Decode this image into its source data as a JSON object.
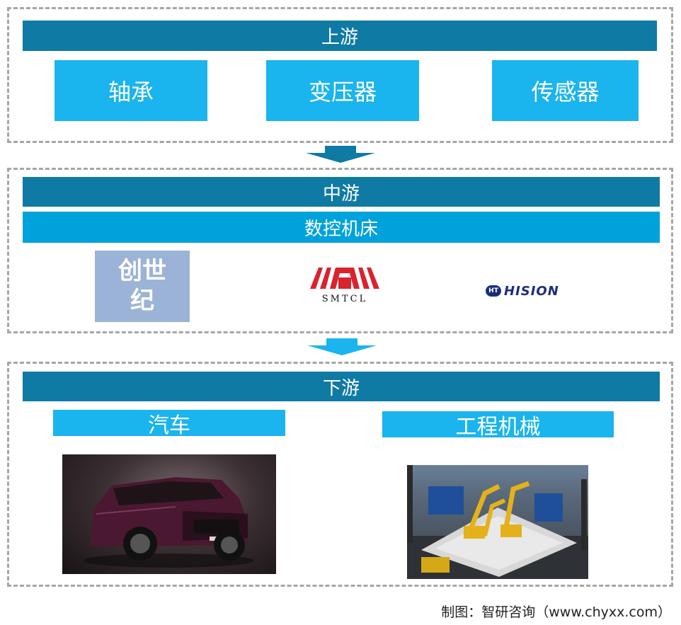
{
  "upstream": {
    "title": "上游",
    "items": [
      "轴承",
      "变压器",
      "传感器"
    ]
  },
  "midstream": {
    "title": "中游",
    "subtitle": "数控机床",
    "companies": [
      {
        "name": "创世纪",
        "line1": "创世",
        "line2": "纪"
      },
      {
        "name": "SMTCL",
        "text": "SMTCL"
      },
      {
        "name": "HISION",
        "badge": "HT",
        "text": "HISION"
      }
    ]
  },
  "downstream": {
    "title": "下游",
    "categories": [
      "汽车",
      "工程机械"
    ]
  },
  "credit": "制图：智研咨询（www.chyxx.com）",
  "colors": {
    "dark_bar": "#0f7aa4",
    "mid_bar": "#00a2db",
    "light_box": "#1ab4ee",
    "border": "#a6a6a6"
  }
}
